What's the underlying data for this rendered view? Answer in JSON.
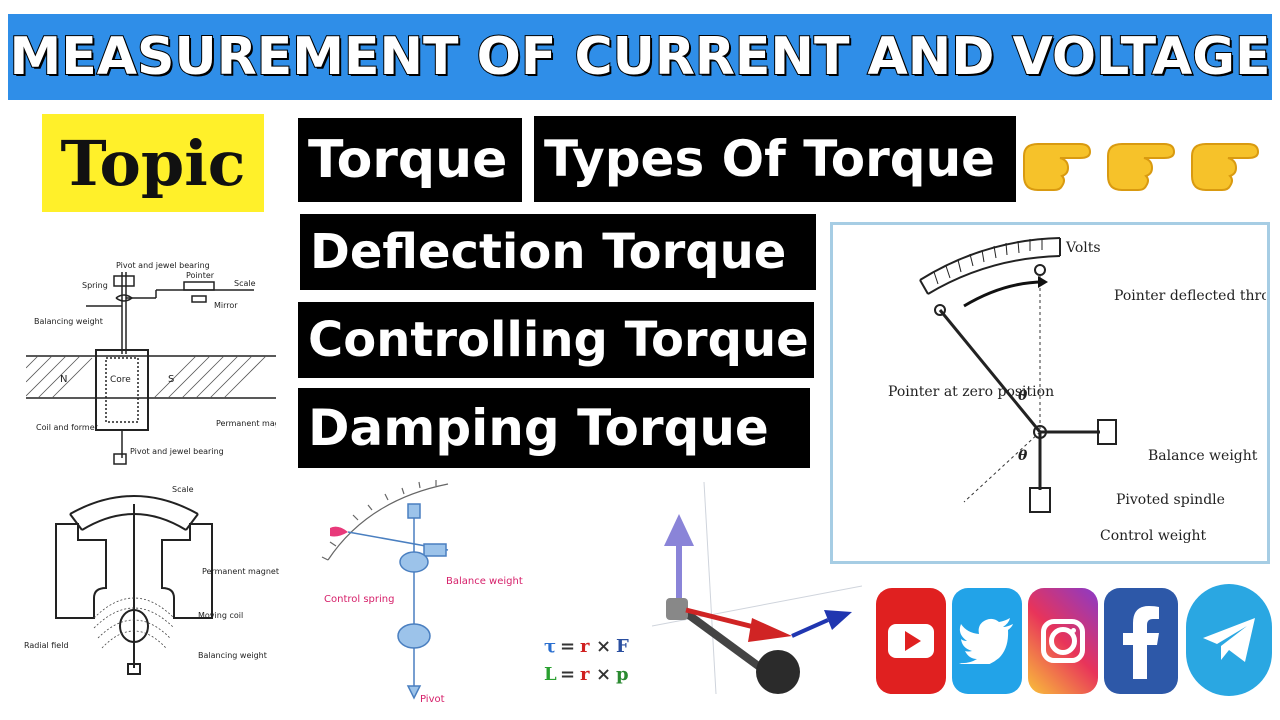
{
  "title": "MEASUREMENT OF CURRENT AND VOLTAGE",
  "topic_label": "Topic",
  "topics": [
    "Torque",
    "Types Of Torque",
    "Deflection Torque",
    "Controlling Torque",
    "Damping Torque"
  ],
  "pointer_icons": [
    "hand-pointing-icon",
    "hand-pointing-icon",
    "hand-pointing-icon"
  ],
  "pmmc_diagram": {
    "labels": [
      "Pivot and jewel bearing",
      "Spring",
      "Pointer",
      "Scale",
      "Mirror",
      "Balancing weight",
      "N",
      "Core",
      "S",
      "Coil and former",
      "Permanent magnet",
      "Pivot and jewel bearing"
    ]
  },
  "moving_coil_diagram": {
    "labels": [
      "Scale",
      "Permanent magnet",
      "Moving coil",
      "Radial field",
      "Balancing weight"
    ]
  },
  "spring_diagram": {
    "labels": [
      "Balance weight",
      "Control spring",
      "Pivot"
    ]
  },
  "formulas": {
    "torque": [
      "τ",
      "=",
      "r",
      "×",
      "F"
    ],
    "angular_momentum": [
      "L",
      "=",
      "r",
      "×",
      "p"
    ]
  },
  "gravity_diagram": {
    "labels": [
      "Volts",
      "Pointer deflected through angle, θ",
      "Pointer at zero position",
      "θ",
      "θ",
      "Balance weight",
      "Pivoted spindle",
      "Control weight"
    ]
  },
  "social_icons": [
    "youtube-icon",
    "twitter-icon",
    "instagram-icon",
    "facebook-icon",
    "telegram-icon"
  ],
  "colors": {
    "banner": "#2f8ee8",
    "topic_bg": "#fff02a",
    "block_bg": "#000000"
  }
}
